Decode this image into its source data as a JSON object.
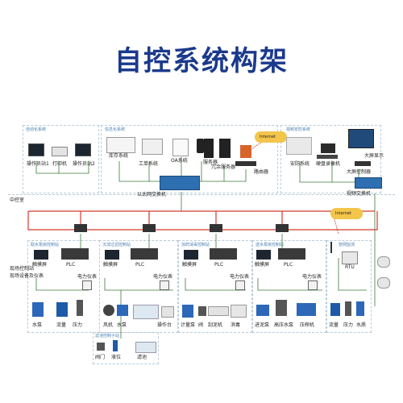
{
  "title": "自控系统构架",
  "colors": {
    "title": "#1b3a8c",
    "red_ring": "#d33b2c",
    "cable": "#3b7a3b",
    "blue_cable": "#2f6db5",
    "dash_border": "#b9cbd9",
    "group_label": "#4a7fb0"
  },
  "groups": {
    "automation": "自动化系统",
    "informatization": "信息化系统",
    "video_security": "视频安防系统",
    "central_control": "中控室",
    "intake_pump": "取水泵房控制站",
    "settling": "沉淀过滤控制站",
    "dosing": "加药消毒控制站",
    "water_supply": "送水泵房控制站",
    "pipe_monitor": "管网监测",
    "site_control": "现场控制站",
    "site_instruments": "现场设备及仪表",
    "filter_sub": "滤池控制子站"
  },
  "top_row": {
    "op_station1": "操作员站1",
    "printer": "打印机",
    "op_station2": "操作员站2",
    "inventory": "库存系统",
    "work_order": "工单系统",
    "oa": "OA系统",
    "server": "服务器",
    "redundant_server": "冗余服务器",
    "router": "路由器",
    "internet_top": "Internet",
    "security": "安防系统",
    "dvr": "硬盘录像机",
    "big_screen": "大屏显示",
    "screen_controller": "大屏控制器",
    "ethernet_switch": "以太网交换机",
    "video_switch": "视频交换机"
  },
  "stations": [
    {
      "touch": "触摸屏",
      "plc": "PLC",
      "meter": "电力仪表",
      "devices": [
        "水泵",
        "流量",
        "压力"
      ]
    },
    {
      "touch": "触摸屏",
      "plc": "PLC",
      "meter": "电力仪表",
      "devices": [
        "风机",
        "水泵",
        "",
        "操作台"
      ]
    },
    {
      "touch": "触摸屏",
      "plc": "PLC",
      "meter": "电力仪表",
      "devices": [
        "计量泵",
        "阀",
        "刮泥机",
        "消毒"
      ]
    },
    {
      "touch": "触摸屏",
      "plc": "PLC",
      "meter": "电力仪表",
      "devices": [
        "进泥泵",
        "高压水泵",
        "压榨机"
      ]
    }
  ],
  "internet_mid": "Internet",
  "rtu": "RTU",
  "monitor_devices": [
    "流量",
    "压力",
    "水质"
  ],
  "filter_devices": [
    "阀门",
    "液位",
    "滤池"
  ]
}
